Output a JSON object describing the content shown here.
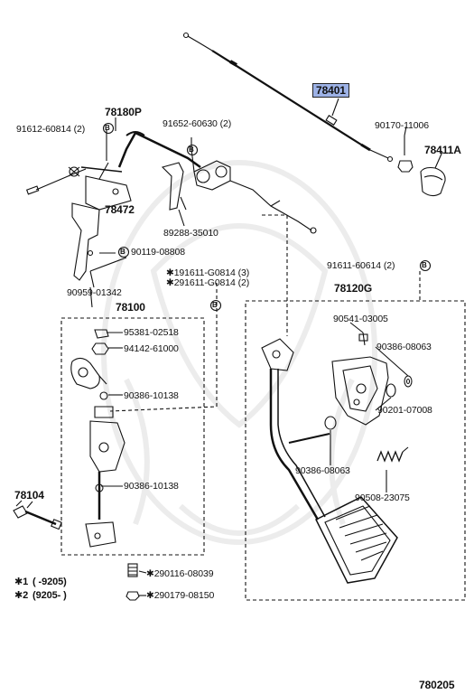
{
  "labels": {
    "p78401": "78401",
    "p90170": "90170-11006",
    "p78411a": "78411A",
    "p78180p": "78180P",
    "p91612": "91612-60814 (2)",
    "p91652": "91652-60630 (2)",
    "p78472": "78472",
    "p89288": "89288-35010",
    "p90119": "90119-08808",
    "p90959": "90959-01342",
    "p91611a": "✱191611-G0814 (3)",
    "p91611b": "✱291611-G0814 (2)",
    "p78100": "78100",
    "p95381": "95381-02518",
    "p94142": "94142-61000",
    "p90386a": "90386-10138",
    "p90386b": "90386-10138",
    "p78104": "78104",
    "p91611c": "91611-60614 (2)",
    "p78120g": "78120G",
    "p90541": "90541-03005",
    "p90386c": "90386-08063",
    "p90201": "90201-07008",
    "p90386d": "90386-08063",
    "p90508": "90508-23075",
    "p90116": "✱290116-08039",
    "p90179": "✱290179-08150",
    "bolt_symbol": "B"
  },
  "legend": {
    "line1_key": "✱1",
    "line1_range": "(     -9205)",
    "line2_key": "✱2",
    "line2_range": "(9205-      )"
  },
  "page_number": "780205",
  "colors": {
    "highlight": "#9db2e6",
    "ink": "#111111",
    "watermark": "#ececec"
  }
}
